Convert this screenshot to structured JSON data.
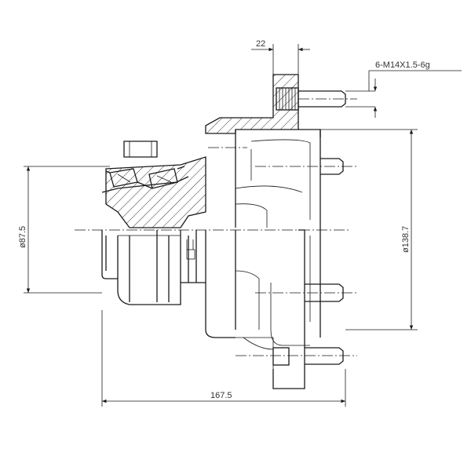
{
  "dimensions": {
    "bolt_offset": "22",
    "thread_spec": "6-M14X1.5-6g",
    "bearing_diameter": "ø87.5",
    "pcd_diameter": "ø138.7",
    "overall_length": "167.5"
  },
  "colors": {
    "line": "#1a1a1a",
    "text": "#333333",
    "background": "#ffffff"
  }
}
